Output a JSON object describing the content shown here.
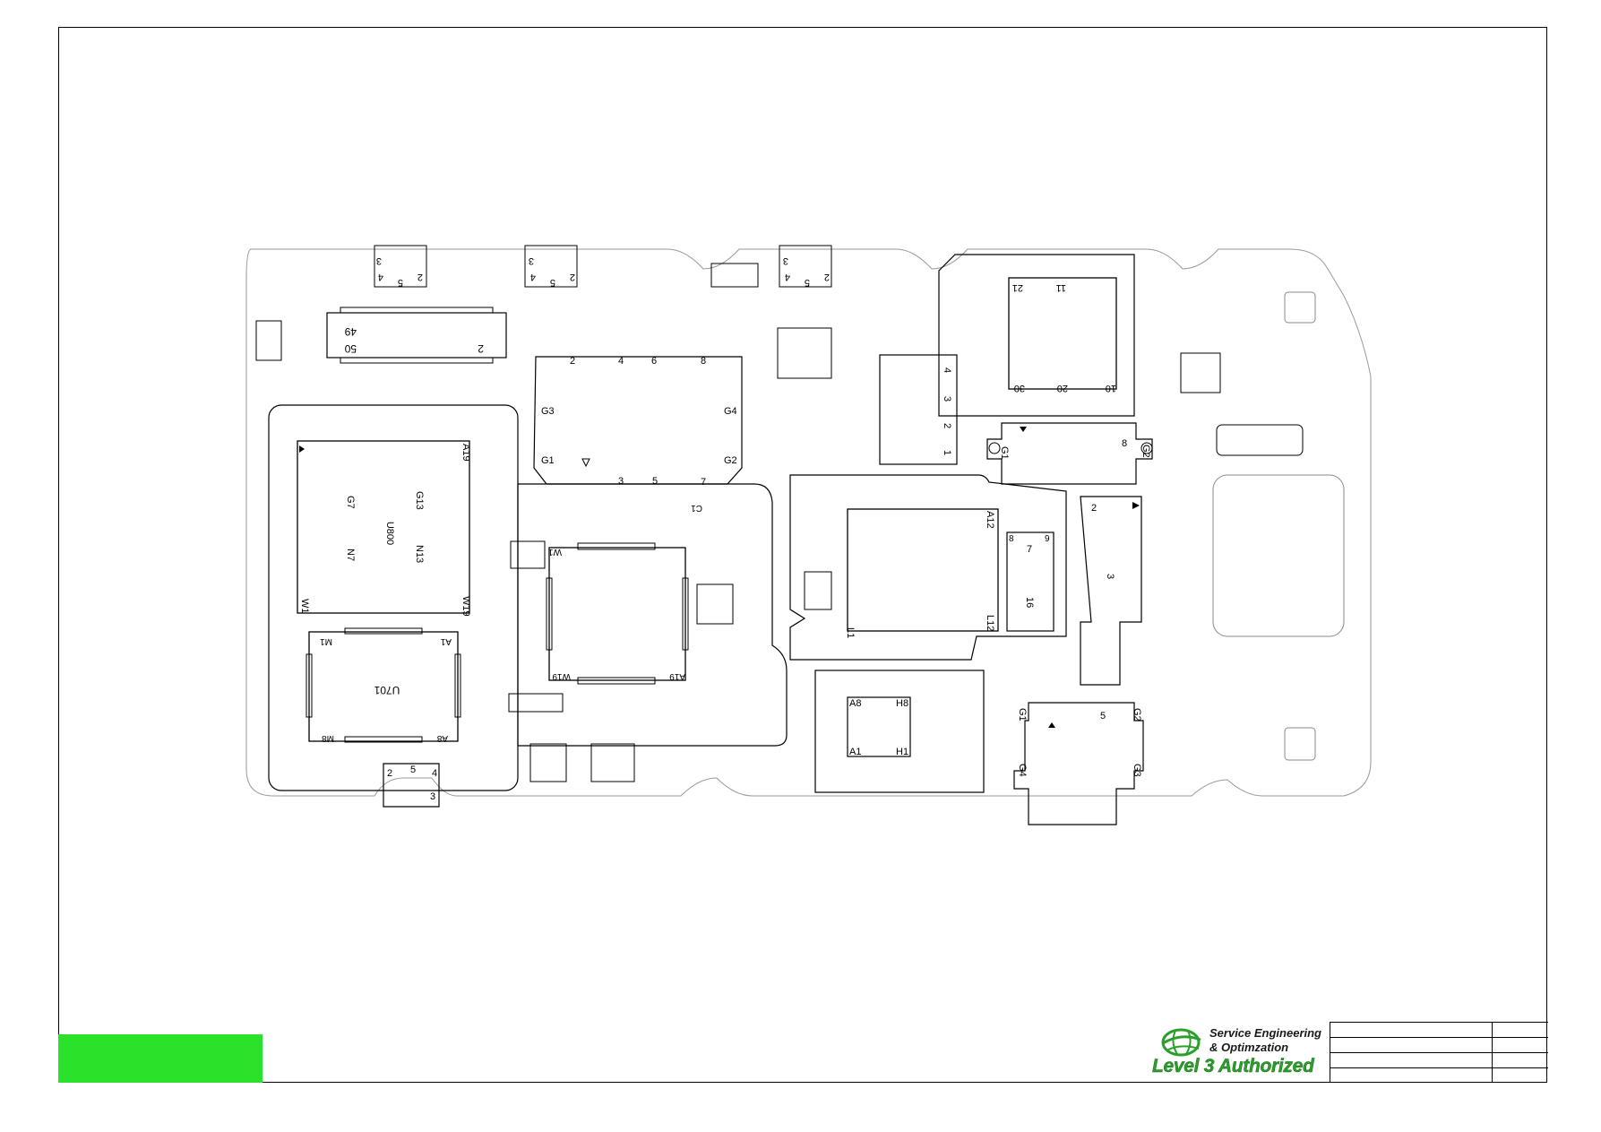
{
  "board": {
    "chips": {
      "u800": "U800",
      "u701": "U701"
    },
    "u800_pins": [
      "A19",
      "W1",
      "W19",
      "G7",
      "G13",
      "N7",
      "N13"
    ],
    "u701_pins": [
      "M1",
      "A1",
      "M8",
      "A8"
    ],
    "center_chip_pins": [
      "W1",
      "W19",
      "A19",
      "C1"
    ],
    "connector_pins": [
      "49",
      "50",
      "2"
    ],
    "shield_pins": [
      "G1",
      "G2",
      "G3",
      "G4",
      "2",
      "3",
      "4",
      "5",
      "6",
      "7",
      "8"
    ],
    "right_chip_pins": [
      "A12",
      "L1",
      "L12"
    ],
    "small_chip_pins": [
      "A8",
      "H8",
      "A1",
      "H1"
    ],
    "top_right_chip_pins": [
      "21",
      "11",
      "30",
      "20",
      "10"
    ],
    "bottom_right_pins": [
      "G1",
      "G2",
      "G3",
      "G4",
      "5"
    ],
    "misc_pins": [
      "1",
      "2",
      "3",
      "4",
      "5",
      "6",
      "7",
      "8",
      "9",
      "16"
    ]
  },
  "logo": {
    "line1": "Service Engineering",
    "line2": "& Optimzation",
    "line3": "Level 3 Authorized"
  },
  "colors": {
    "green_box": "#2be22b",
    "logo_green": "#2aa02a",
    "outline": "#000000",
    "board_outline": "#9a9a9a"
  }
}
